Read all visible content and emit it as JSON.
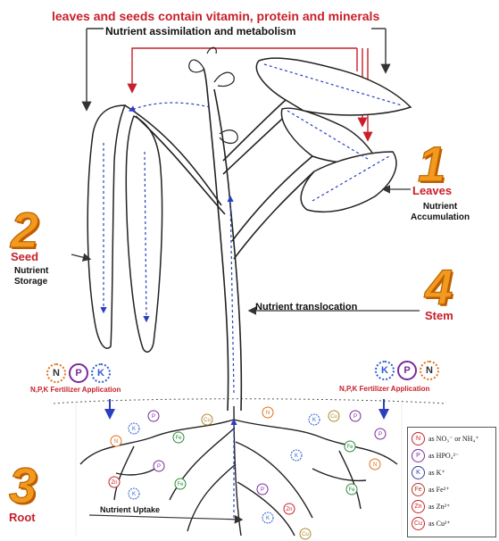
{
  "header": {
    "top_title": "leaves and seeds contain vitamin, protein and minerals",
    "subtitle": "Nutrient assimilation and metabolism"
  },
  "stages": {
    "leaves": {
      "number": "1",
      "name": "Leaves",
      "caption": "Nutrient\nAccumulation"
    },
    "seed": {
      "number": "2",
      "name": "Seed",
      "caption": "Nutrient\nStorage"
    },
    "root": {
      "number": "3",
      "name": "Root",
      "caption": "Nutrient Uptake"
    },
    "stem": {
      "number": "4",
      "name": "Stem",
      "caption": "Nutrient translocation"
    }
  },
  "fertilizer": {
    "left_label": "N,P,K Fertilizer Application",
    "right_label": "N,P,K Fertilizer Application",
    "left_chips": [
      "N",
      "P",
      "K"
    ],
    "right_chips": [
      "K",
      "P",
      "N"
    ]
  },
  "legend": [
    {
      "symbol": "N",
      "text": "as NO₃⁻ or NH₄⁺",
      "color": "#c8202a"
    },
    {
      "symbol": "P",
      "text": "as HPO₄²⁻",
      "color": "#7a2a9c"
    },
    {
      "symbol": "K",
      "text": "as K⁺",
      "color": "#2a3f9c"
    },
    {
      "symbol": "Fe",
      "text": "as Fe²⁺",
      "color": "#b03a2a"
    },
    {
      "symbol": "Zn",
      "text": "as Zn²⁺",
      "color": "#c8202a"
    },
    {
      "symbol": "Cu",
      "text": "as Cu²⁺",
      "color": "#c8202a"
    }
  ],
  "colors": {
    "accent_red": "#c8202a",
    "number_orange": "#f39a1e",
    "arrow_blue": "#2a3fc0",
    "n_color": "#e0701a",
    "p_color": "#7a2a9c",
    "k_color": "#2a5bd0",
    "fe_color": "#2a8a3a",
    "zn_color": "#c8202a",
    "cu_color": "#b08a2a"
  }
}
